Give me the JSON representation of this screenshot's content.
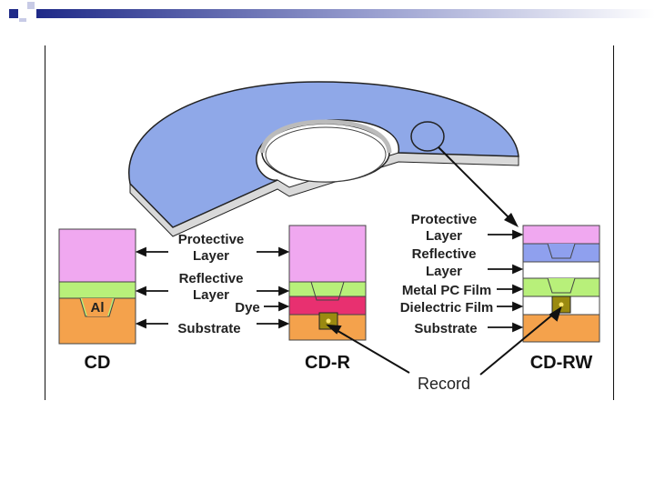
{
  "colors": {
    "disc": "#8fa8e8",
    "protective": "#f0a8f0",
    "reflective": "#b8f07a",
    "substrate": "#f4a24c",
    "dye": "#e83070",
    "metal_pc": "#8fa0ee",
    "record_mark": "#9a8a10",
    "header_gradient": "#1f2a88"
  },
  "labels": {
    "cd": {
      "protective_1": "Protective",
      "protective_2": "Layer",
      "reflective_1": "Reflective",
      "reflective_2": "Layer",
      "dye": "Dye",
      "substrate": "Substrate",
      "al": "Al"
    },
    "rw": {
      "protective_1": "Protective",
      "protective_2": "Layer",
      "reflective_1": "Reflective",
      "reflective_2": "Layer",
      "metal_pc": "Metal PC Film",
      "dielectric": "Dielectric Film",
      "substrate": "Substrate"
    },
    "record": "Record"
  },
  "titles": {
    "cd": "CD",
    "cdr": "CD-R",
    "cdrw": "CD-RW"
  }
}
